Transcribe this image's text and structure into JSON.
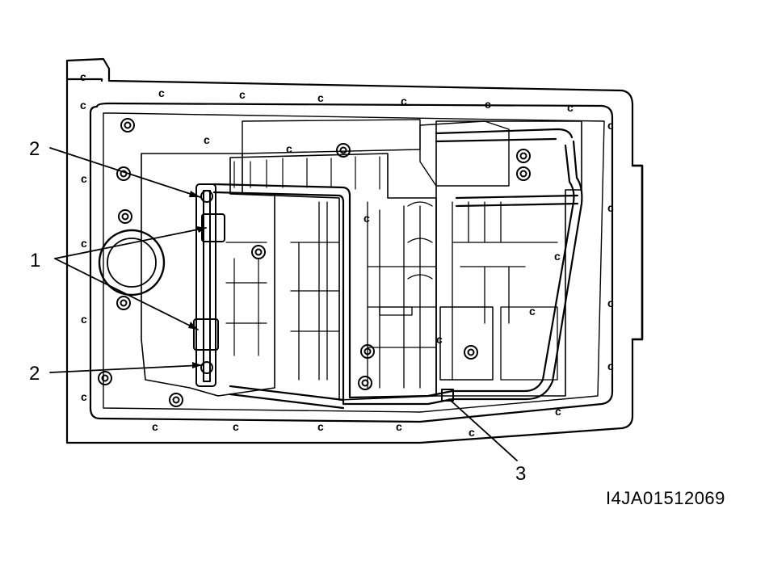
{
  "callouts": {
    "label_1": "1",
    "label_2_top": "2",
    "label_2_bottom": "2",
    "label_3": "3"
  },
  "bolt_marker": "c",
  "figure_code": "I4JA01512069"
}
